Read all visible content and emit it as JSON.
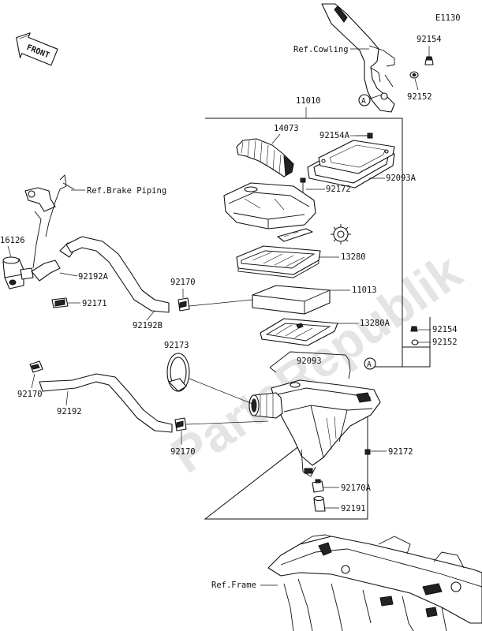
{
  "diagram_code": "E1130",
  "front_label": "FRONT",
  "watermark": "PartsRepublik",
  "refs": {
    "cowling": "Ref.Cowling",
    "brake_piping": "Ref.Brake Piping",
    "frame": "Ref.Frame"
  },
  "callouts": {
    "a_top": "A",
    "a_mid": "A"
  },
  "labels": {
    "p92154_top": "92154",
    "p92152_top": "92152",
    "p11010": "11010",
    "p14073": "14073",
    "p92154A": "92154A",
    "p92093A": "92093A",
    "p92172_top": "92172",
    "p13280": "13280",
    "p11013": "11013",
    "p13280A": "13280A",
    "p92154_mid": "92154",
    "p92152_mid": "92152",
    "p92093": "92093",
    "p92172_bot": "92172",
    "p92170A": "92170A",
    "p92191": "92191",
    "p16126": "16126",
    "p92192A": "92192A",
    "p92171": "92171",
    "p92192B": "92192B",
    "p92170_a": "92170",
    "p92173": "92173",
    "p92170_b": "92170",
    "p92192": "92192",
    "p92170_c": "92170"
  }
}
